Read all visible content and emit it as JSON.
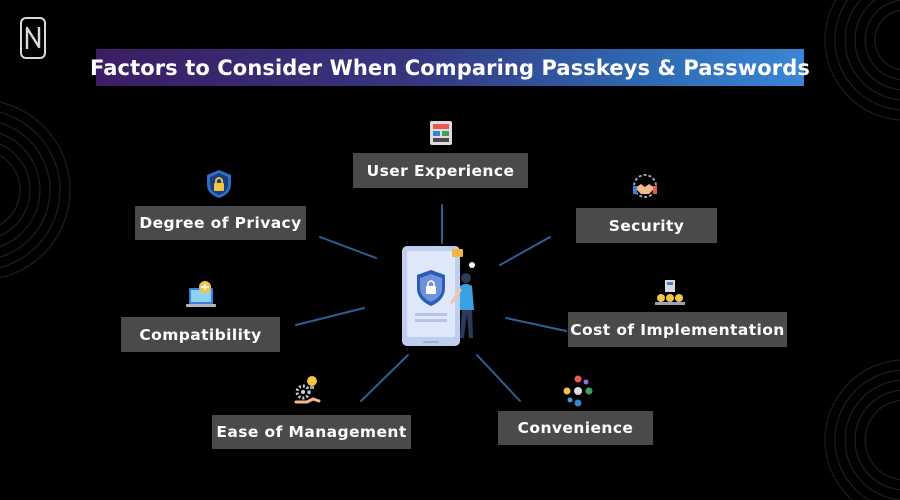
{
  "title": "Factors to Consider When Comparing Passkeys & Passwords",
  "factors": {
    "user_experience": "User Experience",
    "security": "Security",
    "degree_of_privacy": "Degree of Privacy",
    "compatibility": "Compatibility",
    "cost_of_implementation": "Cost of Implementation",
    "ease_of_management": "Ease of Management",
    "convenience": "Convenience"
  },
  "colors": {
    "background": "#000000",
    "box": "#4a4a4a",
    "connector": "#2f5f95",
    "title_gradient_start": "#3c1d63",
    "title_gradient_end": "#3a86d6"
  }
}
